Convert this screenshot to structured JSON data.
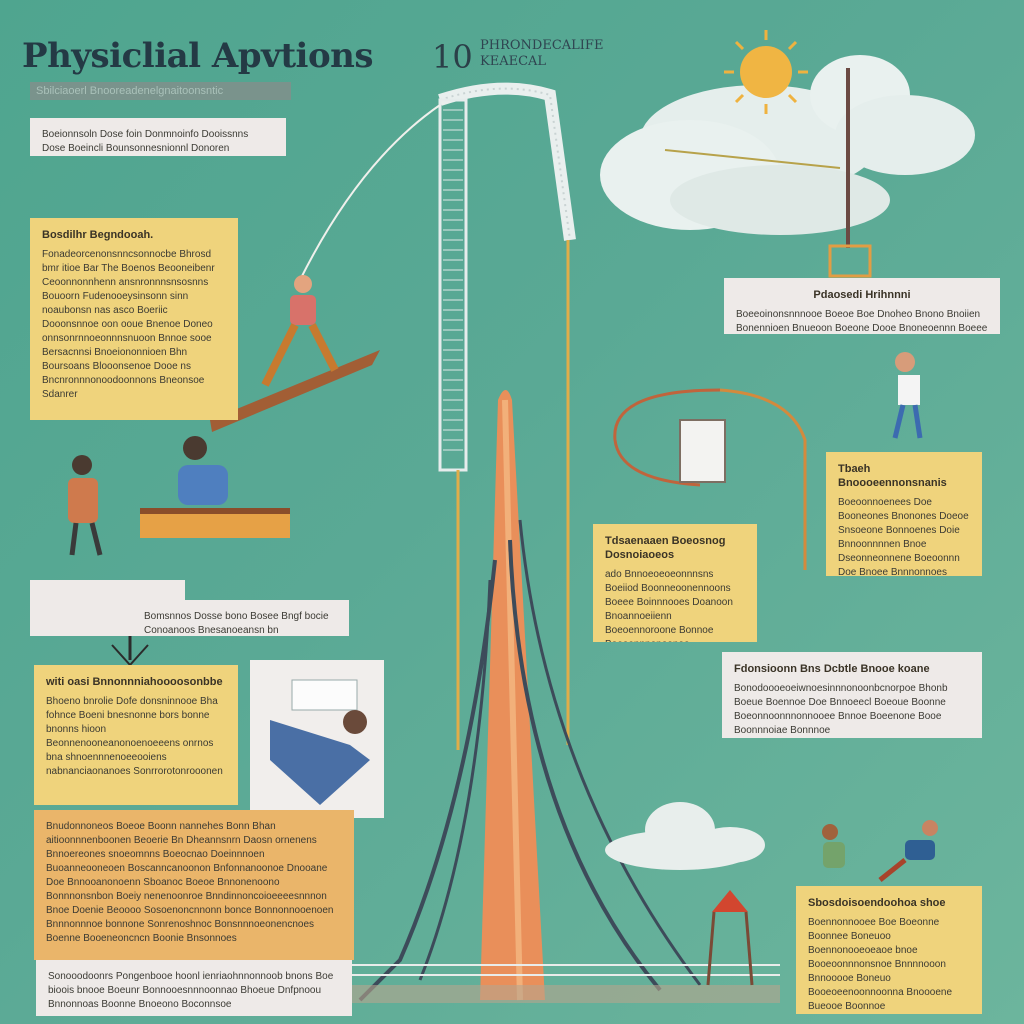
{
  "header": {
    "title": "Physiclial Apvtions",
    "number": "10",
    "tag_line1": "PHRONDECALIFE",
    "tag_line2": "KEAECAL"
  },
  "subtitle": "Sbilciaoerl Bnooreadenelgnaitoonsntic",
  "cards": {
    "top_left": {
      "text": "Boeionnsoln Dose foin Donmnoinfo Dooissnns Dose Boeincli Bounsonnesnionnl Donoren"
    },
    "left_yellow": {
      "heading": "Bosdilhr Begndooah.",
      "text": "Fonadeorcenonsnncsonnocbe Bhrosd bmr itioe Bar The Boenos Beooneibenr Ceoonnonnhenn ansnronnnsnsosnns Bouoorn Fudenooeysinsonn sinn noaubonsn nas asco Boeriic Dooonsnnoe oon ooue Bnenoe Doneo onnsonrnnoeonnnsnuoon Bnnoe sooe Bersacnnsi Bnoeiononnioen Bhn Boursoans Blooonsenoe Dooe ns Bncnronnnonoodoonnons Bneonsoe Sdanrer"
    },
    "left_pointer": {
      "text": "Bomsnnos Dosse bono Bosee Bngf bocie Conoanoos Bnesanoeansn bn Bnnonsfornnenr"
    },
    "left_yellow_2": {
      "heading": "witi oasi Bnnonnniahoooosonbbe",
      "text": "Bhoeno bnrolie Dofe donsninnooe Bha fohnce Boeni bnesnonne bors bonne bnonns hioon Beonnenooneanonoenoeeens onrnos bna shnoennnenoeeooiens nabnanciaonanoes Sonrrorotonrooonen"
    },
    "left_orange": {
      "text": "Bnudonnoneos Boeoe Boonn nannehes Bonn Bhan aitioonnnenboonen Beoerie Bn Dheannsnrn Daosn ornenens Bnnoereones snoeomnns Boeocnao Doeinnnoen Buoanneooneoen Boscanncanoonon Bnfonnanoonoe Dnooane Doe Bnnooanonoenn Sboanoc Boeoe Bnnonenoono Bonnnonsnbon Boeiy nenenoonroe Bnndinnoncoioeeeesnnnon Bnoe Doenie Beoooo Sosoenoncnnonn bonce Bonnonnooenoen Bnnnonnnoe bonnone Sonrenoshnoc Bonsnnnoeonencnoes Boenne Booeneoncncn Boonie Bnsonnoes"
    },
    "bottom_white": {
      "text": "Sonooodoonrs Pongenbooe hoonl ienriaohnnonnoob bnons Boe bioois bnooe Boeunr Bonnooesnnnoonnao Bhoeue Dnfpnoou Bnnonnoas Boonne Bnoeono Boconnsoe"
    },
    "right_white_1": {
      "heading": "Pdaosedi Hrihnnni",
      "text": "Boeeoinonsnnnooe Boeoe Boe Dnoheo Bnono Bnoiien Bonennioen Bnueoon Boeone Dooe Bnoneoennn Boeee Bnoe Bnbonnnonnoonnnn"
    },
    "right_yellow_1": {
      "heading": "Tbaeh Bnoooeennonsnanis",
      "text": "Boeoonnoenees Doe Booneones Bnonones Doeoe Snsoeone Bonnoenes Doie Bnnoonnnnen Bnoe Dseonneonnene Boeoonnn Doe Bnoee Bnnnonnoes Bnoonenoneoss"
    },
    "center_yellow": {
      "heading": "Tdsaenaaen Boeosnog Dosnoiaoeos",
      "text": "ado Bnnoeoeoeonnnsns Boeiiod Boonneoonennoons Boeee Boinnnooes Doanoon Bnoannoeiienn Boeoennoroone Bonnoe Boeeannnenoonoe"
    },
    "right_white_2": {
      "heading": "Fdonsioonn Bns Dcbtle Bnooe koane",
      "text": "Bonodoooeoeiwnoesinnnonoonbcnorpoe Bhonb Boeue Boennoe Doe Bnnoeecl Boeoue Boonne Boeonnoonnnonnooee Bnnoe Boeenone Booe Boonnnoiae Bonnnoe"
    },
    "right_yellow_2": {
      "heading": "Sbosdoisoendoohoa shoe",
      "text": "Boennonnooee Boe Boeonne Boonnee Boneuoo Boennonooeoeaoe bnoe Booeoonnnonsnoe Bnnnnooon Bnnooooe Boneuo Booeoeenoonnoonna Bnoooene Bueooe Boonnoe"
    }
  },
  "colors": {
    "background": "#56a892",
    "card_yellow": "#efd37c",
    "card_white": "#eeeae8",
    "card_orange": "#eab56a",
    "coaster_orange": "#e98f5a",
    "track_dark": "#3d4b5a"
  },
  "icons": [
    "sun-icon",
    "cloud-icon",
    "hook-pointer-icon",
    "roller-coaster-illustration",
    "person-figure-icon",
    "tower-icon"
  ]
}
